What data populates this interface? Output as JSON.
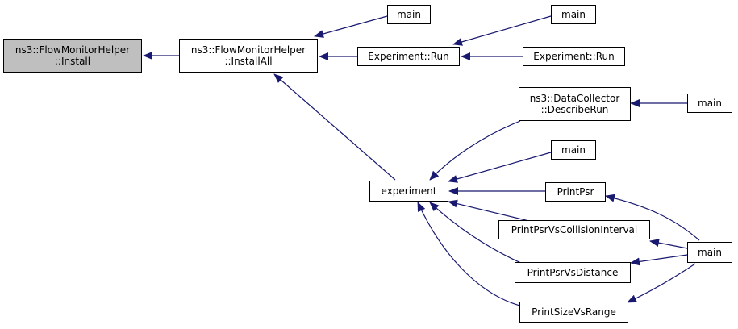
{
  "colors": {
    "edge": "#191970",
    "node_border": "#000000",
    "root_fill": "#bfbfbf",
    "node_fill": "#ffffff"
  },
  "nodes": {
    "flowmonitor_install": {
      "line1": "ns3::FlowMonitorHelper",
      "line2": "::Install"
    },
    "flowmonitor_installall": {
      "line1": "ns3::FlowMonitorHelper",
      "line2": "::InstallAll"
    },
    "main_top": {
      "line1": "main"
    },
    "experiment_run_mid": {
      "line1": "Experiment::Run"
    },
    "main_right_top": {
      "line1": "main"
    },
    "experiment_run_right": {
      "line1": "Experiment::Run"
    },
    "datacollector": {
      "line1": "ns3::DataCollector",
      "line2": "::DescribeRun"
    },
    "main_datacollector": {
      "line1": "main"
    },
    "main_mid": {
      "line1": "main"
    },
    "experiment": {
      "line1": "experiment"
    },
    "printpsr": {
      "line1": "PrintPsr"
    },
    "printpsr_collision": {
      "line1": "PrintPsrVsCollisionInterval"
    },
    "printpsr_distance": {
      "line1": "PrintPsrVsDistance"
    },
    "printsize_range": {
      "line1": "PrintSizeVsRange"
    },
    "main_bottom": {
      "line1": "main"
    }
  }
}
